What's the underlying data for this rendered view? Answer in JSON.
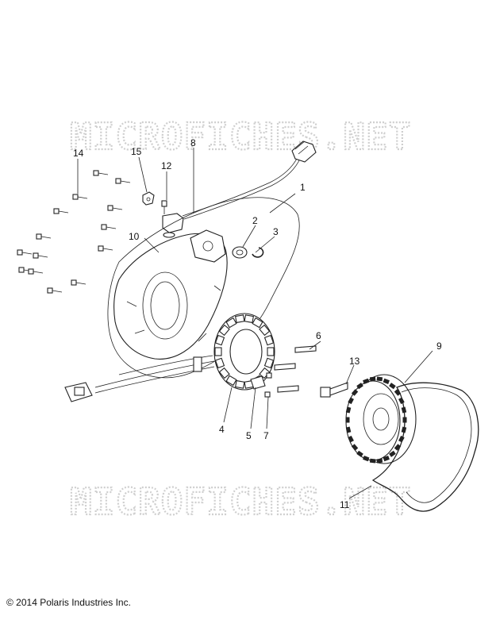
{
  "watermark": {
    "text": "MICROFICHES.NET"
  },
  "callouts": [
    {
      "id": "callout-1",
      "number": "1"
    },
    {
      "id": "callout-2",
      "number": "2"
    },
    {
      "id": "callout-3",
      "number": "3"
    },
    {
      "id": "callout-4",
      "number": "4"
    },
    {
      "id": "callout-5",
      "number": "5"
    },
    {
      "id": "callout-6",
      "number": "6"
    },
    {
      "id": "callout-7",
      "number": "7"
    },
    {
      "id": "callout-8",
      "number": "8"
    },
    {
      "id": "callout-9",
      "number": "9"
    },
    {
      "id": "callout-10",
      "number": "10"
    },
    {
      "id": "callout-11",
      "number": "11"
    },
    {
      "id": "callout-12",
      "number": "12"
    },
    {
      "id": "callout-13",
      "number": "13"
    },
    {
      "id": "callout-14",
      "number": "14"
    },
    {
      "id": "callout-15",
      "number": "15"
    }
  ],
  "footer": {
    "copyright": "© 2014 Polaris Industries Inc."
  }
}
